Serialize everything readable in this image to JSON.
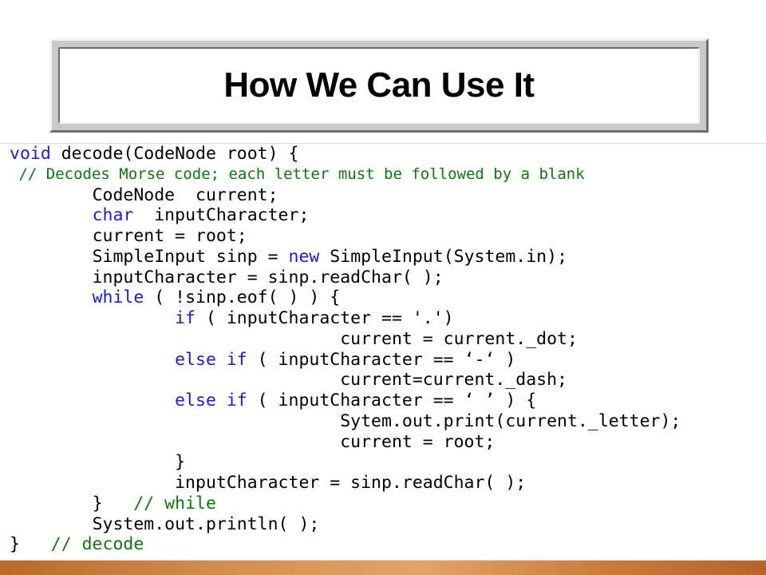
{
  "slide": {
    "title": "How We Can Use It"
  },
  "code": {
    "lines": [
      {
        "indent": "",
        "kw": "void",
        "text": " decode(CodeNode root) {",
        "comment": ""
      },
      {
        "indent": " ",
        "kw": "",
        "text": "",
        "comment": "// Decodes Morse code; each letter must be followed by a blank"
      },
      {
        "indent": "        ",
        "kw": "",
        "text": "CodeNode  current;",
        "comment": ""
      },
      {
        "indent": "        ",
        "kw": "char",
        "text": "  inputCharacter;",
        "comment": ""
      },
      {
        "indent": "        ",
        "kw": "",
        "text": "current = root;",
        "comment": ""
      },
      {
        "indent": "        ",
        "kw": "",
        "text": "SimpleInput sinp = ",
        "kw2": "new",
        "text2": " SimpleInput(System.in);",
        "comment": ""
      },
      {
        "indent": "        ",
        "kw": "",
        "text": "inputCharacter = sinp.readChar( );",
        "comment": ""
      },
      {
        "indent": "        ",
        "kw": "while",
        "text": " ( !sinp.eof( ) ) {",
        "comment": ""
      },
      {
        "indent": "                ",
        "kw": "if",
        "text": " ( inputCharacter == '.')",
        "comment": ""
      },
      {
        "indent": "                                ",
        "kw": "",
        "text": "current = current._dot;",
        "comment": ""
      },
      {
        "indent": "                ",
        "kw": "else if",
        "text": " ( inputCharacter == ‘-‘ )",
        "comment": ""
      },
      {
        "indent": "                                ",
        "kw": "",
        "text": "current=current._dash;",
        "comment": ""
      },
      {
        "indent": "                ",
        "kw": "else if",
        "text": " ( inputCharacter == ‘ ’ ) {",
        "comment": ""
      },
      {
        "indent": "                                ",
        "kw": "",
        "text": "Sytem.out.print(current._letter);",
        "comment": ""
      },
      {
        "indent": "                                ",
        "kw": "",
        "text": "current = root;",
        "comment": ""
      },
      {
        "indent": "                ",
        "kw": "",
        "text": "}",
        "comment": ""
      },
      {
        "indent": "                ",
        "kw": "",
        "text": "inputCharacter = sinp.readChar( );",
        "comment": ""
      },
      {
        "indent": "        ",
        "kw": "",
        "text": "}   ",
        "comment": "// while"
      },
      {
        "indent": "        ",
        "kw": "",
        "text": "System.out.println( );",
        "comment": ""
      },
      {
        "indent": "",
        "kw": "",
        "text": "}   ",
        "comment": "// decode"
      }
    ]
  },
  "colors": {
    "keyword": "#1a1ae6",
    "comment": "#0a7a0a",
    "text": "#000000"
  }
}
